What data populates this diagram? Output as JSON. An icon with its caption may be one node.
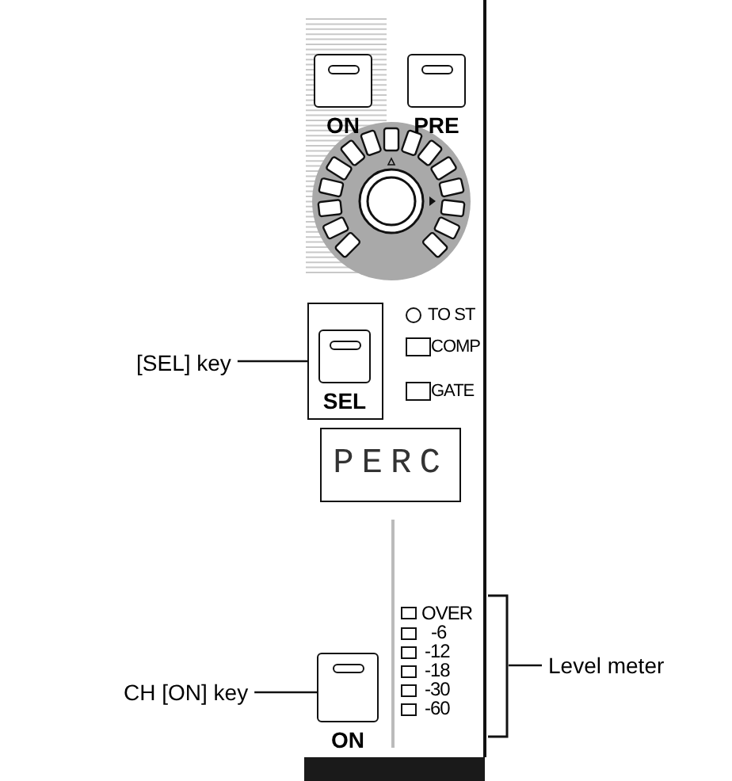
{
  "diagram": {
    "nodes": [
      {
        "text": [
          "ON"
        ]
      },
      {
        "text": [
          "PRE"
        ]
      },
      {
        "text": [
          "[SEL] key"
        ]
      },
      {
        "text": [
          "SEL"
        ]
      },
      {
        "text": [
          "PERC"
        ]
      },
      {
        "text": [
          "Level meter"
        ]
      },
      {
        "text": [
          "CH [ON] key"
        ]
      },
      {
        "text": [
          "ON"
        ]
      },
      {
        "text": [],
        "shape": "bar"
      }
    ],
    "edges": [
      {
        "from": 2,
        "to": 3,
        "arrow": "none"
      },
      {
        "from": 6,
        "to": 7,
        "arrow": "none"
      },
      {
        "from": 5,
        "to": 8,
        "arrow": "none"
      }
    ],
    "labels": [
      "TO ST",
      "COMP",
      "GATE",
      "OVER",
      "-6",
      "-12",
      "-18",
      "-30",
      "-60"
    ]
  }
}
